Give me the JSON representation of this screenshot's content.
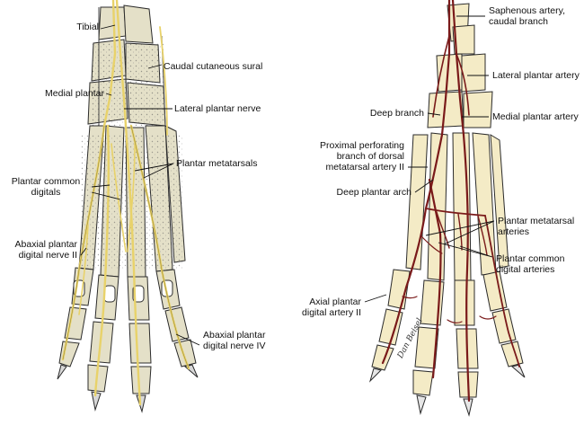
{
  "colors": {
    "bone_left": "#e4e0c8",
    "bone_right": "#f4ebc6",
    "nerve": "#e8d26a",
    "artery": "#7a1a1a",
    "outline": "#2b2b2b",
    "leader": "#111111"
  },
  "left_panel": {
    "labels": {
      "tibial": "Tibial",
      "caudal_cutaneous_sural": "Caudal cutaneous sural",
      "medial_plantar": "Medial plantar",
      "lateral_plantar_nerve": "Lateral plantar nerve",
      "plantar_metatarsals": "Plantar metatarsals",
      "plantar_common_digitals_1": "Plantar common",
      "plantar_common_digitals_2": "digitals",
      "abaxial_plantar_ii_1": "Abaxial plantar",
      "abaxial_plantar_ii_2": "digital nerve II",
      "abaxial_plantar_iv_1": "Abaxial plantar",
      "abaxial_plantar_iv_2": "digital nerve IV"
    }
  },
  "right_panel": {
    "labels": {
      "saphenous_1": "Saphenous artery,",
      "saphenous_2": "caudal branch",
      "lateral_plantar_artery": "Lateral plantar artery",
      "deep_branch": "Deep branch",
      "medial_plantar_artery": "Medial plantar artery",
      "proximal_perforating_1": "Proximal perforating",
      "proximal_perforating_2": "branch of dorsal",
      "proximal_perforating_3": "metatarsal artery II",
      "deep_plantar_arch": "Deep plantar arch",
      "plantar_metatarsal_arteries_1": "Plantar metatarsal",
      "plantar_metatarsal_arteries_2": "arteries",
      "plantar_common_digital_arteries_1": "Plantar common",
      "plantar_common_digital_arteries_2": "digital arteries",
      "axial_plantar_1": "Axial plantar",
      "axial_plantar_2": "digital artery II"
    },
    "signature": "Dan Beisel"
  }
}
